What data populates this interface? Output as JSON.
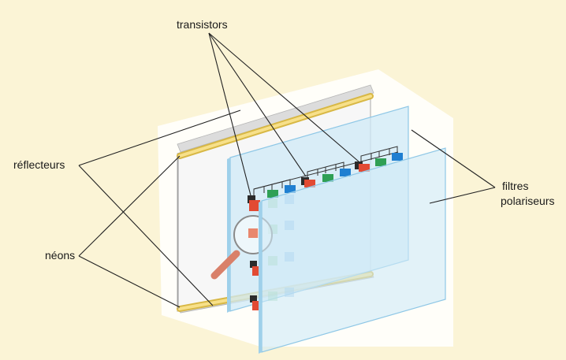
{
  "labels": {
    "transistors": "transistors",
    "reflecteurs": "réflecteurs",
    "neons": "néons",
    "filtres_line1": "filtres",
    "filtres_line2": "polariseurs"
  },
  "colors": {
    "background": "#fbf4d6",
    "neon_tube": "#f3d56a",
    "filter_fill": "#cfe9f7",
    "filter_edge": "#8ec7e6",
    "subpixel_red": "#e24a33",
    "subpixel_green": "#2fa055",
    "subpixel_blue": "#1f7fd1",
    "transistor": "#2b2b2b",
    "magnifier_handle": "#d9806a"
  },
  "icons": {
    "magnifier": "magnifier-icon"
  }
}
